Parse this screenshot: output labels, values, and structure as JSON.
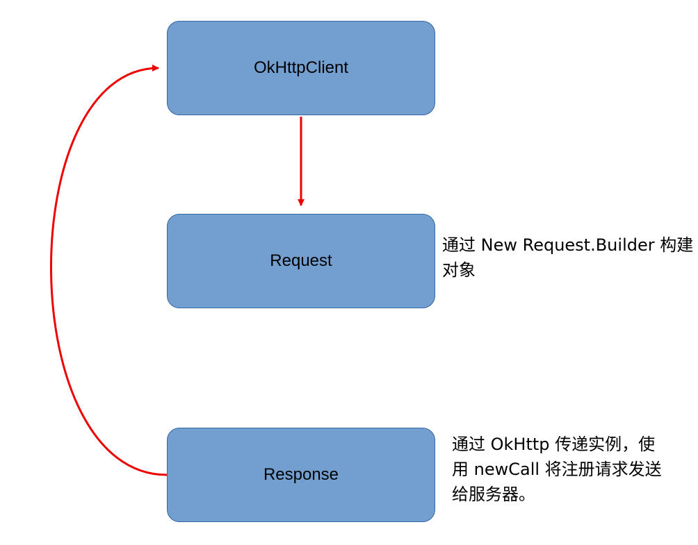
{
  "nodes": {
    "client": "OkHttpClient",
    "request": "Request",
    "response": "Response"
  },
  "notes": {
    "request": "通过 New Request.Builder 构建对象",
    "response": "通过 OkHttp 传递实例，使用 newCall 将注册请求发送给服务器。"
  },
  "colors": {
    "node_fill": "#729fcf",
    "node_border": "#3465a4",
    "arrow": "#ee0000"
  }
}
